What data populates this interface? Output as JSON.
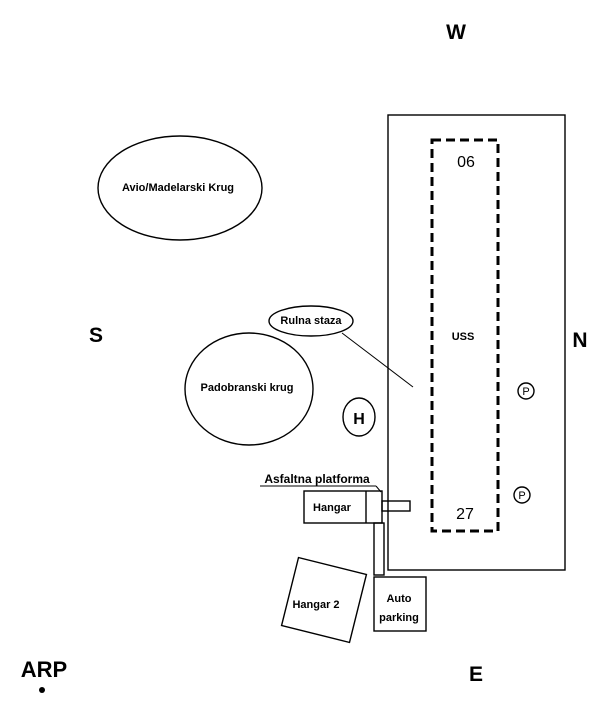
{
  "compass": {
    "north": "N",
    "south": "S",
    "east": "E",
    "west": "W"
  },
  "arp": "ARP",
  "runway": {
    "end_1": "06",
    "end_2": "27",
    "label": "USS"
  },
  "areas": {
    "model_circle": "Avio/Madelarski Krug",
    "parachute_circle": "Padobranski krug",
    "taxiway": "Rulna staza"
  },
  "helipad": "H",
  "parking_markers": [
    "P",
    "P"
  ],
  "apron": "Asfaltna platforma",
  "hangar": "Hangar",
  "hangar_2": "Hangar 2",
  "car_parking": {
    "line1": "Auto",
    "line2": "parking"
  }
}
